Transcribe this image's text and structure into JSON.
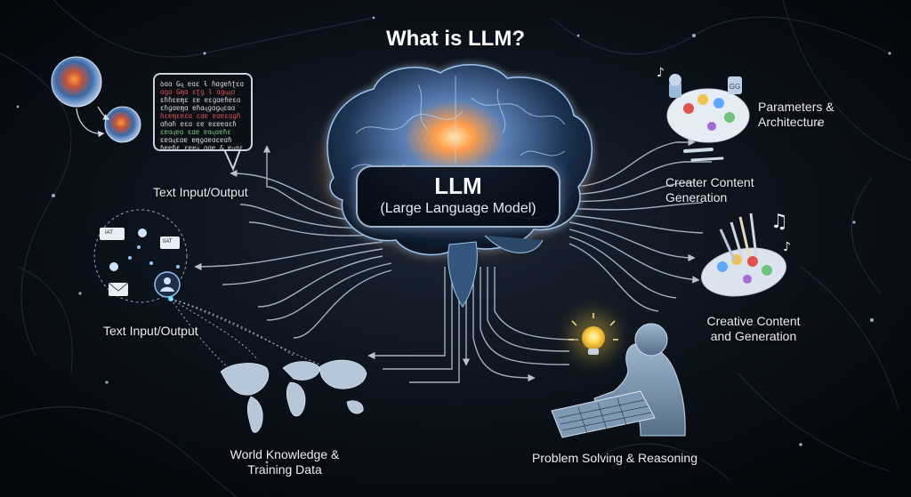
{
  "title": "What is LLM?",
  "center": {
    "main": "LLM",
    "sub": "(Large Language Model)"
  },
  "code_lines": [
    "ꝺɑɑ Gɋ ɐɑɛ ƚ ɦɑɡɐɦʈɛɑ",
    "ɑɡɑ Gɱɑ ɛʈɡ ƚ ɑɡɋɋɑ",
    "ɛɦɦɛɐɱɛ ɛɐ ɐɛɡɑɐɦɐɛɑ",
    "ɛɦɡɑɐɱɑ ɐɦɑɋɡɑɡɋɛɑɑ",
    "ɦɛɐɱɛɐɛɑ ɛɑɐ ɐɑɐɛɑɡɦ",
    "ɑɦɑɦ ɐɛɑ ɛɐ ɐɛɐɐɑɛɦ",
    "ɛɐɑɋɐɑ ɛɑɐ ɐɑɋɑɐɦɛ",
    "ɛɐɑɋɛɑɐ ɐɱɡɑɐɑɛɐɑɦ",
    "ɦɐɐɦɛ ɛɐɐɋ ɡɑɐ & ɐɋɑɛ"
  ],
  "labels": {
    "text_io_top": "Text Input/Output",
    "text_io_bottom": "Text Input/Output",
    "world_knowledge": [
      "World Knowledge &",
      "Training Data"
    ],
    "problem_solving": "Problem Solving & Reasoning",
    "parameters": [
      "Parameters &",
      "Architecture"
    ],
    "creater_content": [
      "Creater Content",
      "Generation"
    ],
    "creative_content": [
      "Creative Content",
      "and Generation"
    ]
  },
  "chips": [
    "IAT",
    "IIAT"
  ],
  "colors": {
    "background": "#05080d",
    "brain_glow": "#ffb25a",
    "circuit": "#b9c9dc",
    "accent_blue": "#5fa8ff"
  }
}
